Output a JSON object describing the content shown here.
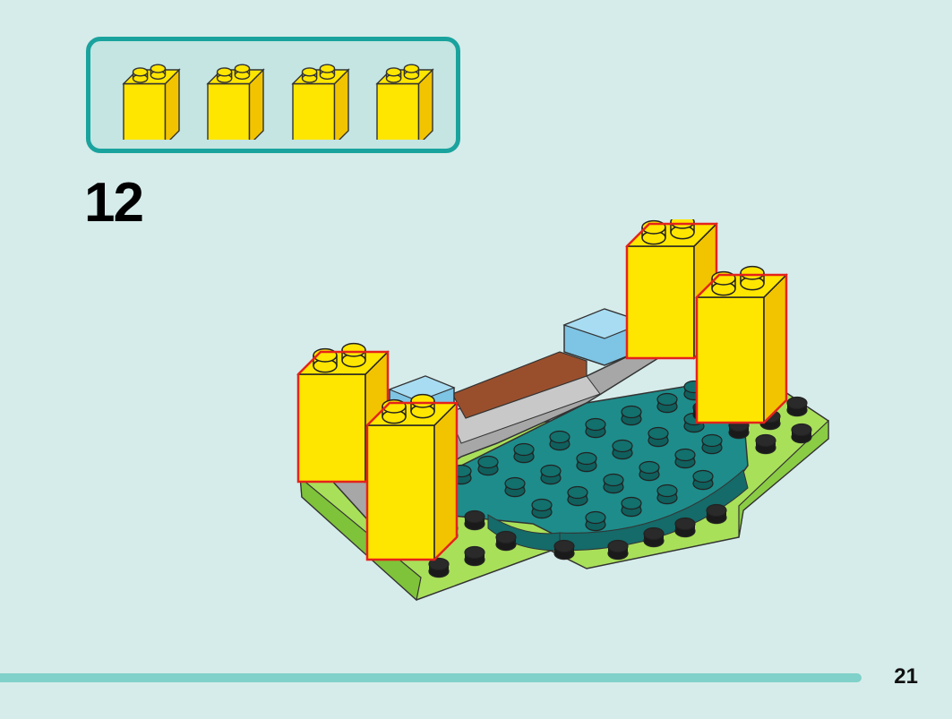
{
  "page": {
    "background_color": "#d6ecea",
    "step_number": "12",
    "page_number": "21"
  },
  "parts_callout": {
    "border_color": "#1aa39e",
    "fill_color": "#c4e5e2",
    "parts": [
      {
        "name": "yellow-brick-1x2x2",
        "color": "#ffe600",
        "quantity_shown": 1
      },
      {
        "name": "yellow-brick-1x2x2",
        "color": "#ffe600",
        "quantity_shown": 1
      },
      {
        "name": "yellow-brick-1x2x2",
        "color": "#ffe600",
        "quantity_shown": 1
      },
      {
        "name": "yellow-brick-1x2x2",
        "color": "#ffe600",
        "quantity_shown": 1
      }
    ]
  },
  "model": {
    "description_icon": "build-step-illustration",
    "highlight_color": "#e5231b",
    "colors": {
      "yellow": "#ffe600",
      "yellow_shade": "#f2c400",
      "lime": "#a9e05a",
      "lime_dark": "#7fc33a",
      "teal": "#1e8c8a",
      "teal_dark": "#146b69",
      "grey": "#a7a7a7",
      "grey_light": "#c8c8c8",
      "blue": "#7ec4e4",
      "brown": "#9a4f2c"
    }
  },
  "footer": {
    "bar_color": "#7fd1c9"
  }
}
